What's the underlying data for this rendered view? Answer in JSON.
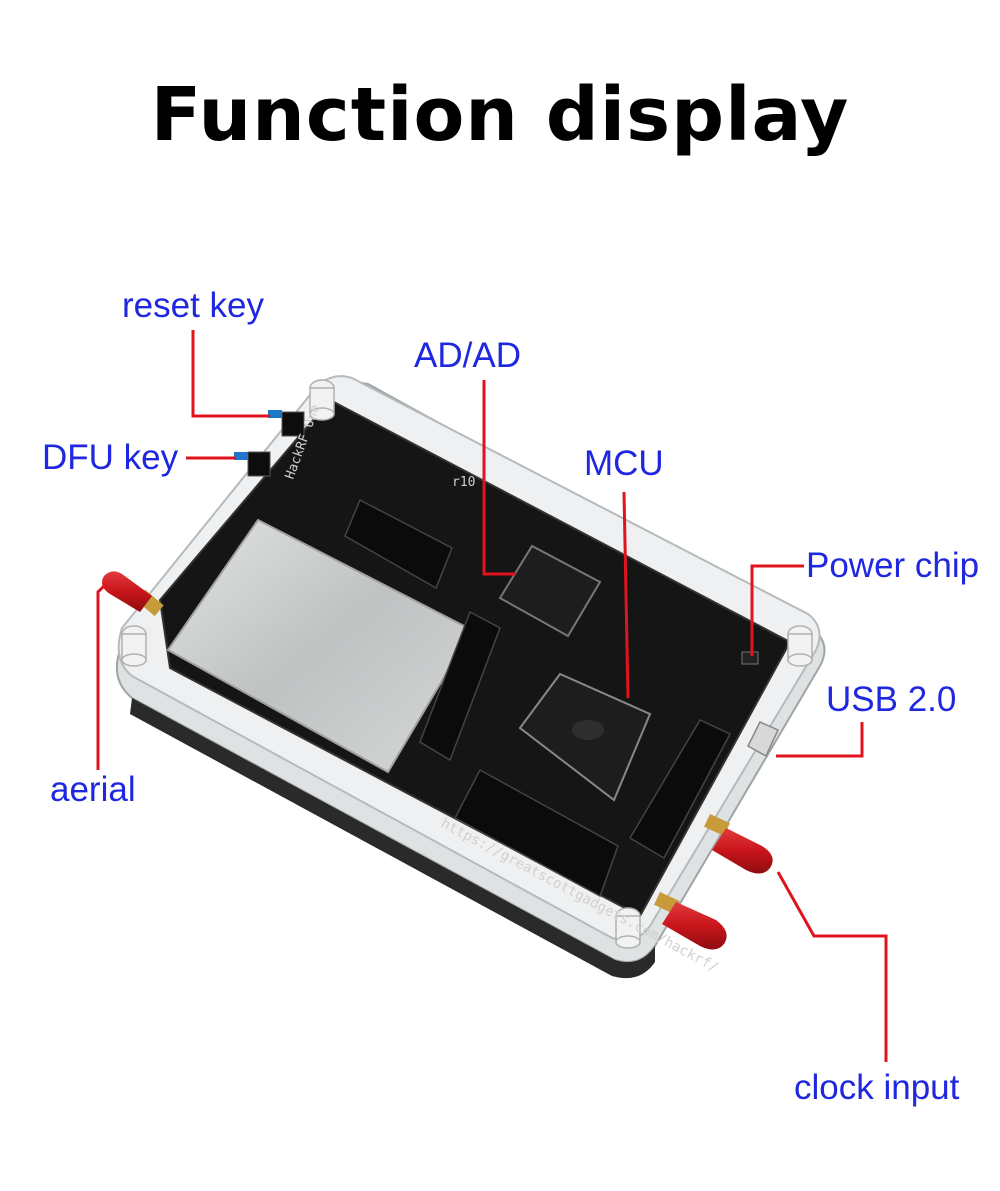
{
  "title": "Function display",
  "labels": {
    "reset_key": "reset key",
    "dfu_key": "DFU key",
    "ad": "AD/AD",
    "mcu": "MCU",
    "power_chip": "Power chip",
    "usb": "USB 2.0",
    "aerial": "aerial",
    "clock_input": "clock input"
  },
  "board": {
    "name": "HackRF One",
    "revision": "r10",
    "url": "https://greatscottgadgets.com/hackrf/"
  },
  "colors": {
    "label_text": "#1f27e0",
    "leader_line": "#e0141e",
    "pcb": "#151515",
    "acrylic": "#e6e9ea",
    "shield": "#c9cacb",
    "antenna_cap": "#c8151b"
  }
}
